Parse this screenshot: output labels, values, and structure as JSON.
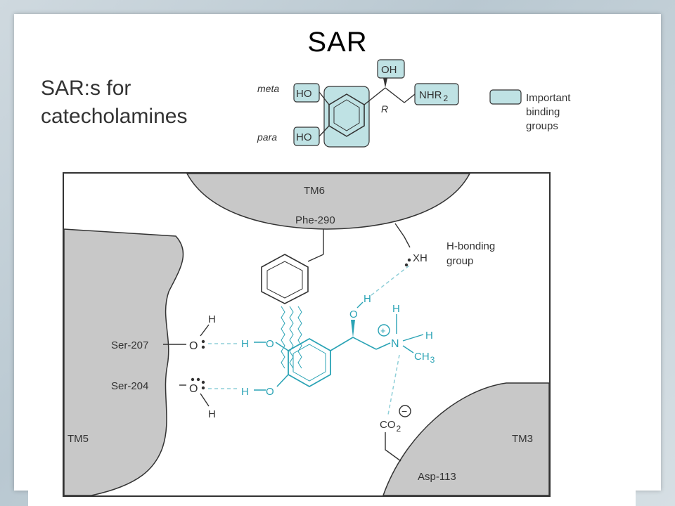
{
  "slide": {
    "title": "SAR"
  },
  "header": {
    "line1": "SAR:s for",
    "line2": "catecholamines"
  },
  "legend": {
    "label_line1": "Important",
    "label_line2": "binding",
    "label_line3": "groups"
  },
  "structure": {
    "meta": "meta",
    "para": "para",
    "ho_meta": "HO",
    "ho_para": "HO",
    "oh": "OH",
    "nhr2": "NHR",
    "nhr2_sub": "2",
    "r_label": "R"
  },
  "diagram": {
    "tm6": "TM6",
    "phe": "Phe-290",
    "hbond_line1": "H-bonding",
    "hbond_line2": "group",
    "xh": "XH",
    "ser207": "Ser-207",
    "ser204": "Ser-204",
    "tm5": "TM5",
    "tm3": "TM3",
    "asp": "Asp-113",
    "h": "H",
    "o": "O",
    "n": "N",
    "ch3": "CH",
    "ch3_sub": "3",
    "co2": "CO",
    "co2_sub": "2",
    "plus": "+",
    "minus": "−"
  },
  "colors": {
    "teal": "#2aa3b5",
    "teal_fill": "#bfe2e4",
    "protein_gray": "#c8c8c8"
  }
}
